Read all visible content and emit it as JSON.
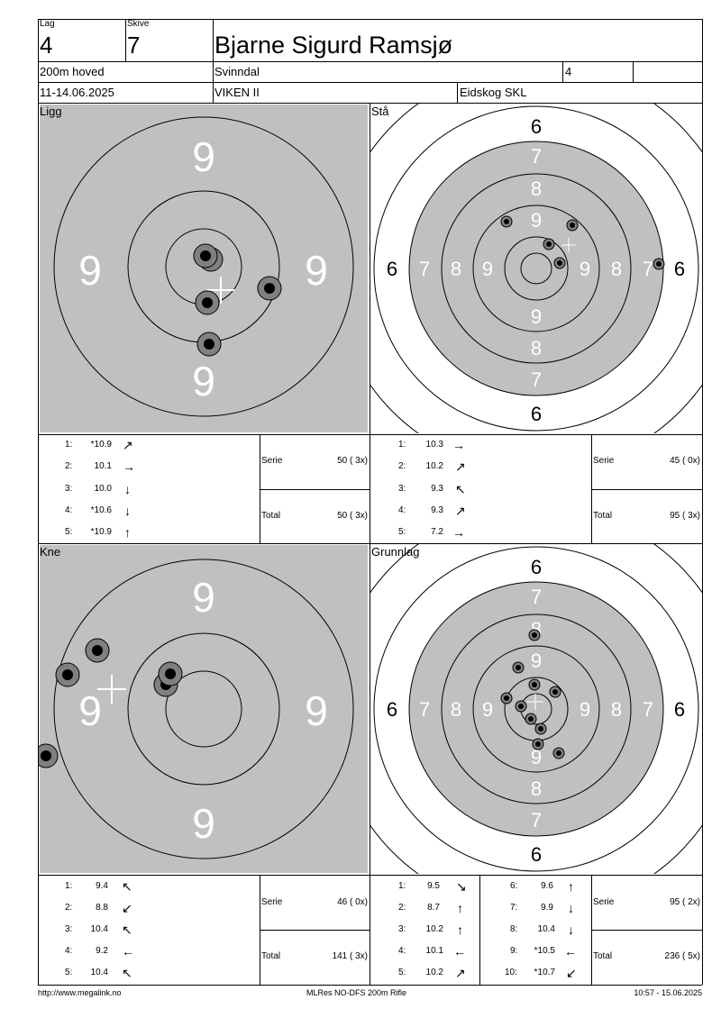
{
  "header": {
    "lag_label": "Lag",
    "lag_value": "4",
    "skive_label": "Skive",
    "skive_value": "7",
    "shooter_name": "Bjarne Sigurd Ramsjø",
    "event": "200m hoved",
    "club": "Svinndal",
    "class": "4",
    "date": "11-14.06.2025",
    "district": "VIKEN II",
    "venue": "Eidskog SKL"
  },
  "panels": {
    "ligg": {
      "title": "Ligg"
    },
    "sta": {
      "title": "Stå"
    },
    "kne": {
      "title": "Kne"
    },
    "grunnlag": {
      "title": "Grunnlag"
    }
  },
  "ring_numbers": {
    "nine": "9",
    "eight": "8",
    "seven": "7",
    "six": "6"
  },
  "series": {
    "ligg": {
      "shots": [
        {
          "n": "1:",
          "v": "*10.9",
          "dir": "↗"
        },
        {
          "n": "2:",
          "v": "10.1",
          "dir": "→"
        },
        {
          "n": "3:",
          "v": "10.0",
          "dir": "↓"
        },
        {
          "n": "4:",
          "v": "*10.6",
          "dir": "↓"
        },
        {
          "n": "5:",
          "v": "*10.9",
          "dir": "↑"
        }
      ],
      "serie_label": "Serie",
      "serie_value": "50 ( 3x)",
      "total_label": "Total",
      "total_value": "50 ( 3x)"
    },
    "sta": {
      "shots": [
        {
          "n": "1:",
          "v": "10.3",
          "dir": "→"
        },
        {
          "n": "2:",
          "v": "10.2",
          "dir": "↗"
        },
        {
          "n": "3:",
          "v": "9.3",
          "dir": "↖"
        },
        {
          "n": "4:",
          "v": "9.3",
          "dir": "↗"
        },
        {
          "n": "5:",
          "v": "7.2",
          "dir": "→"
        }
      ],
      "serie_label": "Serie",
      "serie_value": "45 ( 0x)",
      "total_label": "Total",
      "total_value": "95 ( 3x)"
    },
    "kne": {
      "shots": [
        {
          "n": "1:",
          "v": "9.4",
          "dir": "↖"
        },
        {
          "n": "2:",
          "v": "8.8",
          "dir": "↙"
        },
        {
          "n": "3:",
          "v": "10.4",
          "dir": "↖"
        },
        {
          "n": "4:",
          "v": "9.2",
          "dir": "←"
        },
        {
          "n": "5:",
          "v": "10.4",
          "dir": "↖"
        }
      ],
      "serie_label": "Serie",
      "serie_value": "46 ( 0x)",
      "total_label": "Total",
      "total_value": "141 ( 3x)"
    },
    "grunnlag": {
      "shots": [
        {
          "n": "1:",
          "v": "9.5",
          "dir": "↘"
        },
        {
          "n": "2:",
          "v": "8.7",
          "dir": "↑"
        },
        {
          "n": "3:",
          "v": "10.2",
          "dir": "↑"
        },
        {
          "n": "4:",
          "v": "10.1",
          "dir": "←"
        },
        {
          "n": "5:",
          "v": "10.2",
          "dir": "↗"
        },
        {
          "n": "6:",
          "v": "9.6",
          "dir": "↑"
        },
        {
          "n": "7:",
          "v": "9.9",
          "dir": "↓"
        },
        {
          "n": "8:",
          "v": "10.4",
          "dir": "↓"
        },
        {
          "n": "9:",
          "v": "*10.5",
          "dir": "←"
        },
        {
          "n": "10:",
          "v": "*10.7",
          "dir": "↙"
        }
      ],
      "serie_label": "Serie",
      "serie_value": "95 ( 2x)",
      "total_label": "Total",
      "total_value": "236 ( 5x)"
    }
  },
  "footer": {
    "url": "http://www.megalink.no",
    "software": "MLRes NO-DFS 200m Rifle",
    "timestamp": "10:57 - 15.06.2025"
  },
  "colors": {
    "target_gray": "#c0c0c0",
    "shot_ring": "#808080",
    "line": "#000000"
  }
}
